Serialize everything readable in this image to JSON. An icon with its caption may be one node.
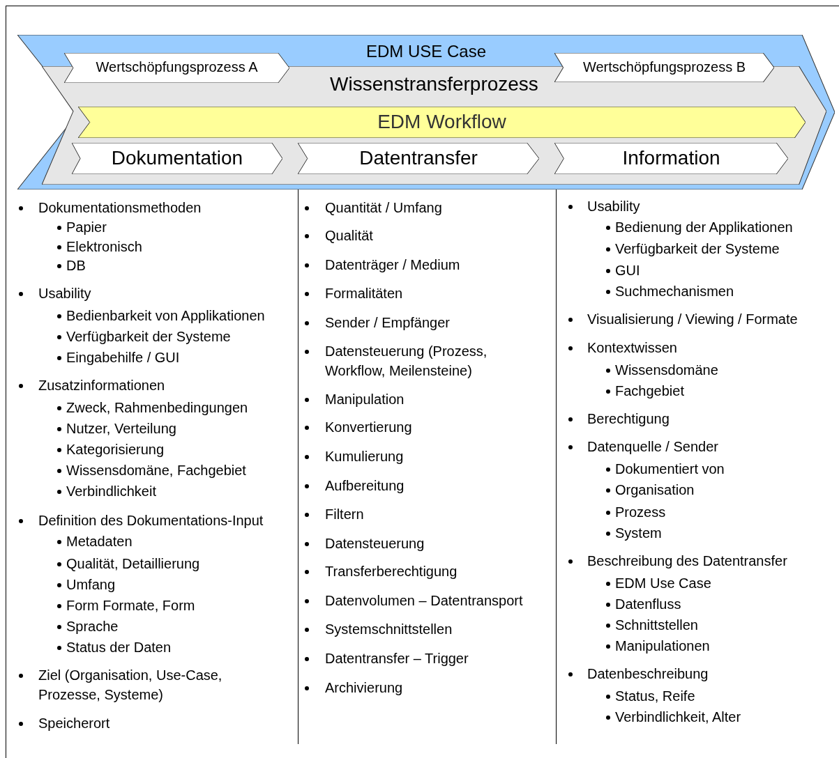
{
  "diagram": {
    "nodes": [
      {
        "text": [
          "EDM USE Case"
        ]
      },
      {
        "text": [
          "Wissenstransferprozess"
        ],
        "in": 0
      },
      {
        "text": [
          "Wertschöpfungsprozess A"
        ],
        "in": 0
      },
      {
        "text": [
          "Wertschöpfungsprozess B"
        ],
        "in": 0
      },
      {
        "text": [
          "EDM Workflow"
        ],
        "in": 1
      },
      {
        "text": [
          "Dokumentation"
        ],
        "in": 1
      },
      {
        "text": [
          "Datentransfer"
        ],
        "in": 1
      },
      {
        "text": [
          "Information"
        ],
        "in": 1
      }
    ],
    "edges": [],
    "labels": [
      "Dokumentationsmethoden",
      "Papier",
      "Elektronisch",
      "DB",
      "Usability",
      "Bedienbarkeit von Applikationen",
      "Verfügbarkeit der Systeme",
      "Eingabehilfe / GUI",
      "Zusatzinformationen",
      "Zweck, Rahmenbedingungen",
      "Nutzer,  Verteilung",
      "Kategorisierung",
      "Wissensdomäne, Fachgebiet",
      "Verbindlichkeit",
      "Definition des Dokumentations-Input",
      "Metadaten",
      "Qualität,  Detaillierung",
      "Umfang",
      "Form Formate, Form",
      "Sprache",
      "Status der Daten",
      "Ziel (Organisation,  Use-Case, Prozesse, Systeme)",
      "Speicherort",
      "Quantität / Umfang",
      "Qualität",
      "Datenträger / Medium",
      "Formalitäten",
      "Sender / Empfänger",
      "Datensteuerung  (Prozess, Workflow, Meilensteine)",
      "Manipulation",
      "Konvertierung",
      "Kumulierung",
      "Aufbereitung",
      "Filtern",
      "Datensteuerung",
      "Transferberechtigung",
      "Datenvolumen  – Datentransport",
      "Systemschnittstellen",
      "Datentransfer  – Trigger",
      "Archivierung",
      "Usability",
      "Bedienung der Applikationen",
      "Verfügbarkeit der Systeme",
      "GUI",
      "Suchmechanismen",
      "Visualisierung / Viewing / Formate",
      "Kontextwissen",
      "Wissensdomäne",
      "Fachgebiet",
      "Berechtigung",
      "Datenquelle / Sender",
      "Dokumentiert von",
      "Organisation",
      "Prozess",
      "System",
      "Beschreibung des Datentransfer",
      "EDM Use Case",
      "Datenfluss",
      "Schnittstellen",
      "Manipulationen",
      "Datenbeschreibung",
      "Status, Reife",
      "Verbindlichkeit, Alter"
    ]
  }
}
